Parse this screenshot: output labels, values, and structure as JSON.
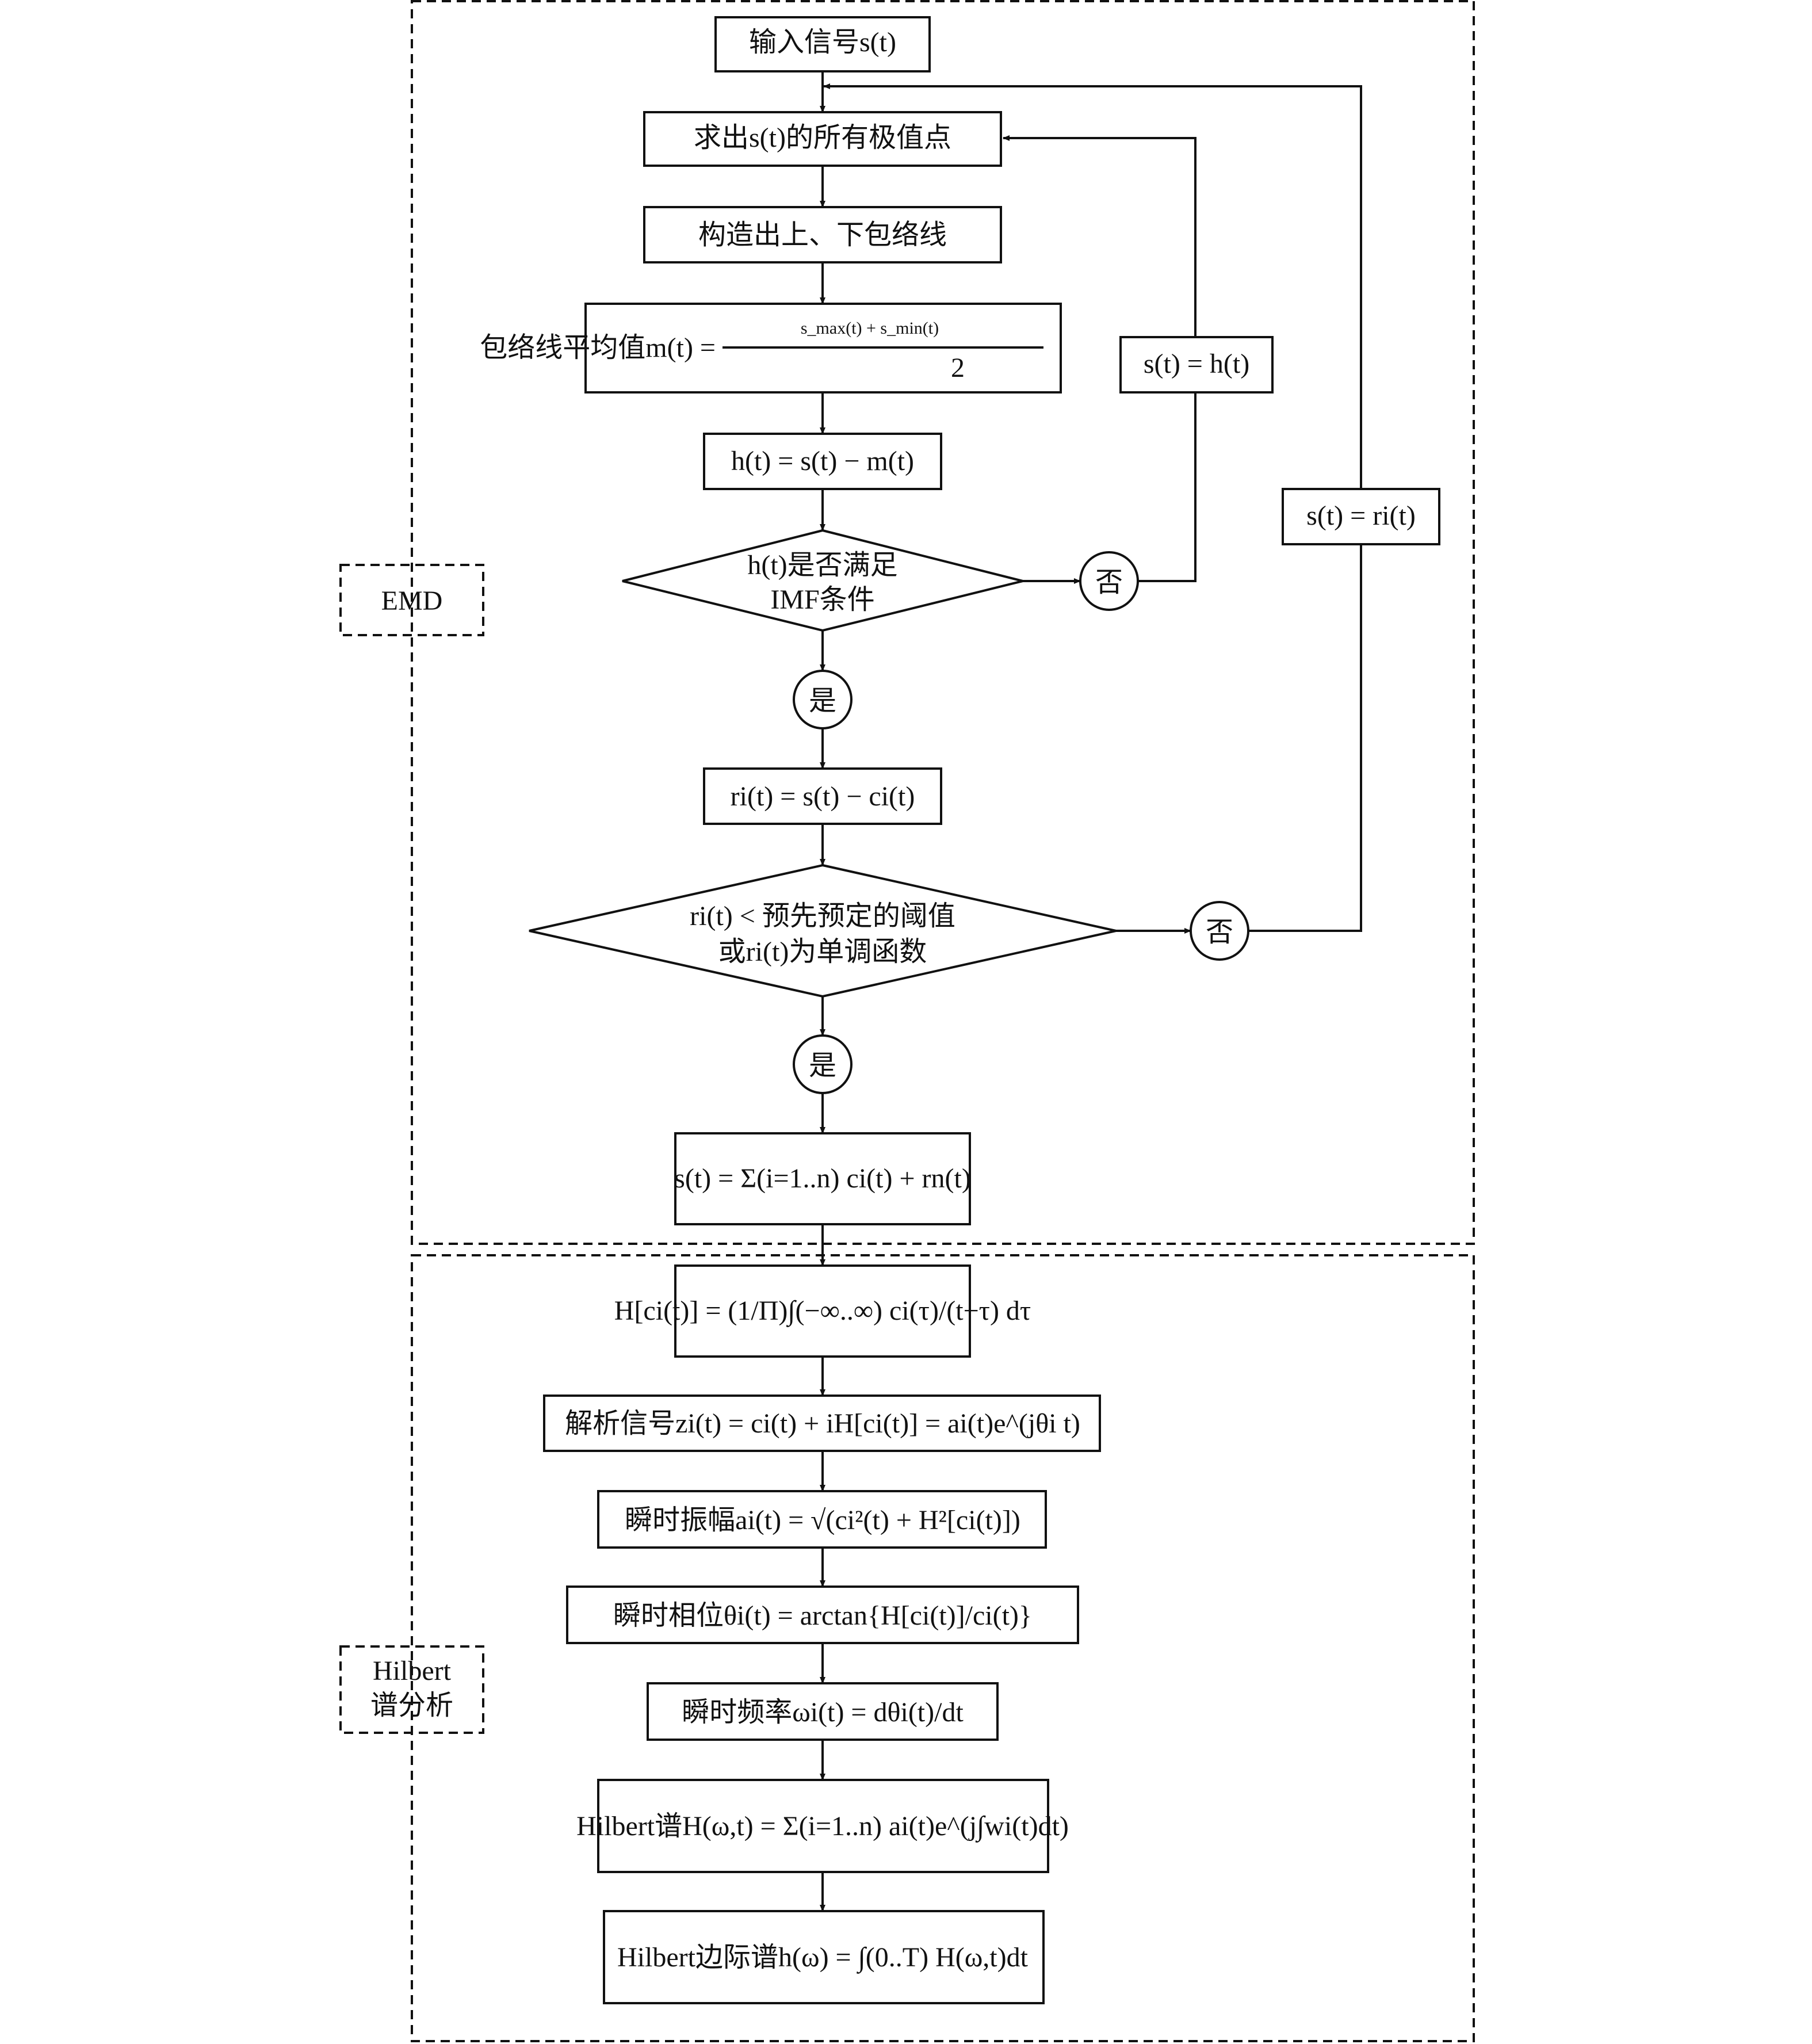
{
  "sections": {
    "emd": "EMD",
    "hilbert_line1": "Hilbert",
    "hilbert_line2": "谱分析"
  },
  "steps": {
    "input": "输入信号s(t)",
    "extrema": "求出s(t)的所有极值点",
    "envelope": "构造出上、下包络线",
    "mean_prefix": "包络线平均值m(t) =",
    "mean_numerator": "s_max(t) + s_min(t)",
    "mean_denominator": "2",
    "h_def": "h(t) = s(t) − m(t)",
    "imf_check_line1": "h(t)是否满足",
    "imf_check_line2": "IMF条件",
    "update_s_h": "s(t) = h(t)",
    "update_s_r": "s(t) = ri(t)",
    "residual": "ri(t) = s(t) − ci(t)",
    "stop_check_line1": "ri(t) < 预先预定的阈值",
    "stop_check_line2": "或ri(t)为单调函数",
    "decomposition": "s(t) = Σ(i=1..n) ci(t) + rn(t)",
    "hilbert_transform": "H[ci(t)] = (1/Π)∫(−∞..∞) ci(τ)/(t−τ) dτ",
    "analytic_signal": "解析信号zi(t) = ci(t) + iH[ci(t)] = ai(t)e^(jθi t)",
    "amplitude": "瞬时振幅ai(t) = √(ci²(t) + H²[ci(t)])",
    "phase": "瞬时相位θi(t) = arctan{H[ci(t)]/ci(t)}",
    "frequency": "瞬时频率ωi(t) = dθi(t)/dt",
    "hilbert_spectrum": "Hilbert谱H(ω,t) = Σ(i=1..n) ai(t)e^(j∫wi(t)dt)",
    "marginal_spectrum": "Hilbert边际谱h(ω) = ∫(0..T) H(ω,t)dt"
  },
  "decisions": {
    "no_1": "否",
    "yes_1": "是",
    "no_2": "否",
    "yes_2": "是"
  },
  "glyphs": {
    "sum": "∑",
    "integral": "∫",
    "upper_n": "n",
    "lower_i1": "i=1",
    "inf_top": "∞",
    "inf_bottom": "−∞",
    "upper_T": "T",
    "lower_0": "0"
  }
}
